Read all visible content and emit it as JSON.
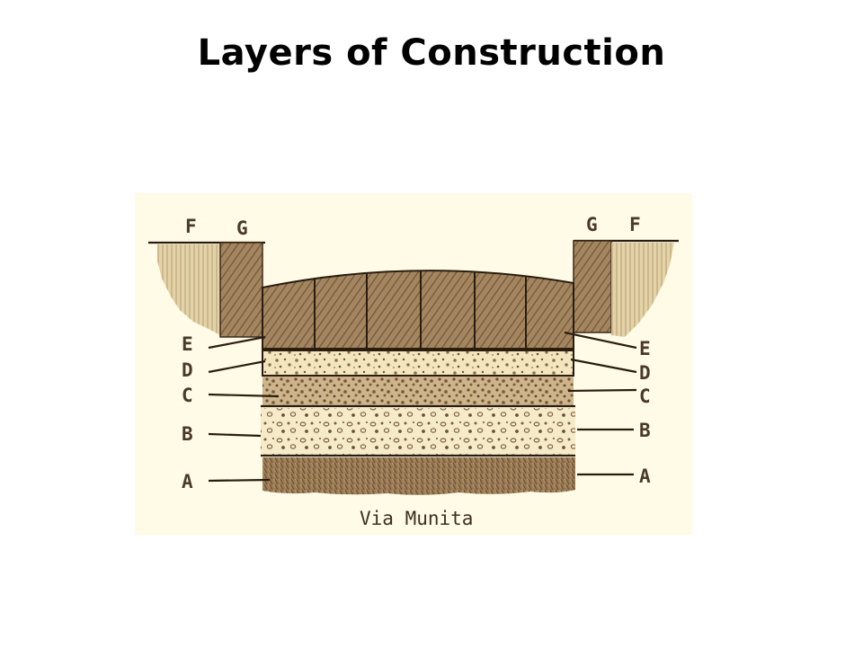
{
  "title": "Layers of Construction",
  "caption": "Via Munita",
  "labels": {
    "A": "A",
    "B": "B",
    "C": "C",
    "D": "D",
    "E": "E",
    "F": "F",
    "G": "G"
  },
  "colors": {
    "background": "#fffbe6",
    "stone": "#8a6e4c",
    "light_gravel": "#f3e6bf",
    "dark_gravel": "#b79a73",
    "soil": "#9c7c55",
    "ink": "#2a1d10"
  }
}
